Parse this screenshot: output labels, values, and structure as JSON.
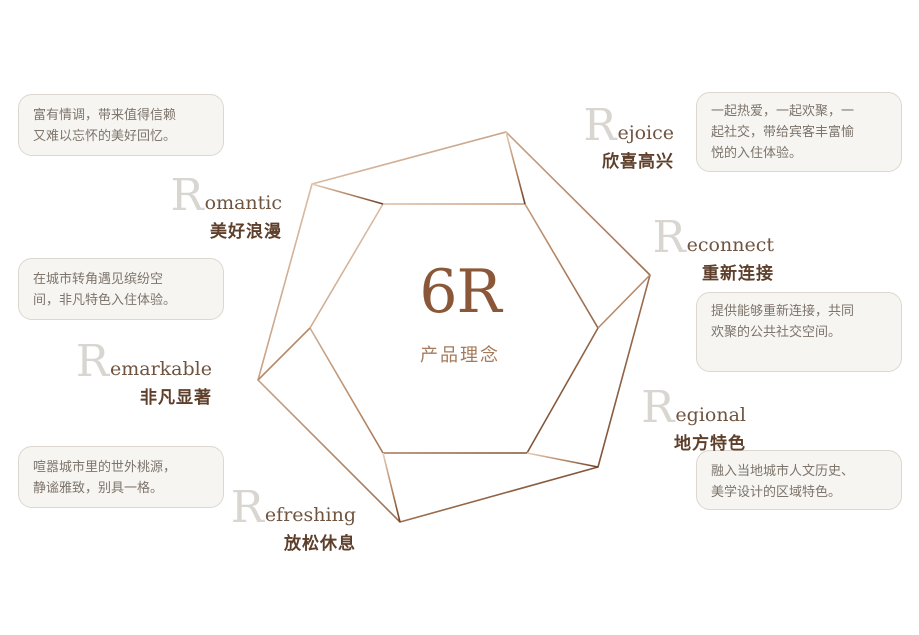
{
  "center": {
    "title": "6R",
    "subtitle": "产品理念"
  },
  "items": [
    {
      "id": "romantic",
      "cap": "R",
      "rest": "omantic",
      "zh": "美好浪漫",
      "desc_lines": [
        "富有情调，带来值得信赖",
        "又难以忘怀的美好回忆。"
      ]
    },
    {
      "id": "remarkable",
      "cap": "R",
      "rest": "emarkable",
      "zh": "非凡显著",
      "desc_lines": [
        "在城市转角遇见缤纷空",
        "间，非凡特色入住体验。"
      ]
    },
    {
      "id": "refreshing",
      "cap": "R",
      "rest": "efreshing",
      "zh": "放松休息",
      "desc_lines": [
        "喧嚣城市里的世外桃源，",
        "静谧雅致，别具一格。"
      ]
    },
    {
      "id": "rejoice",
      "cap": "R",
      "rest": "ejoice",
      "zh": "欣喜高兴",
      "desc_lines": [
        "一起热爱，一起欢聚，一",
        "起社交，带给宾客丰富愉",
        "悦的入住体验。"
      ]
    },
    {
      "id": "reconnect",
      "cap": "R",
      "rest": "econnect",
      "zh": "重新连接",
      "desc_lines": [
        "提供能够重新连接，共同",
        "欢聚的公共社交空间。"
      ]
    },
    {
      "id": "regional",
      "cap": "R",
      "rest": "egional",
      "zh": "地方特色",
      "desc_lines": [
        "融入当地城市人文历史、",
        "美学设计的区域特色。"
      ]
    }
  ],
  "colors": {
    "line_light": "#d8b79c",
    "line_dark": "#7a4d31",
    "accent": "#8a5838"
  }
}
